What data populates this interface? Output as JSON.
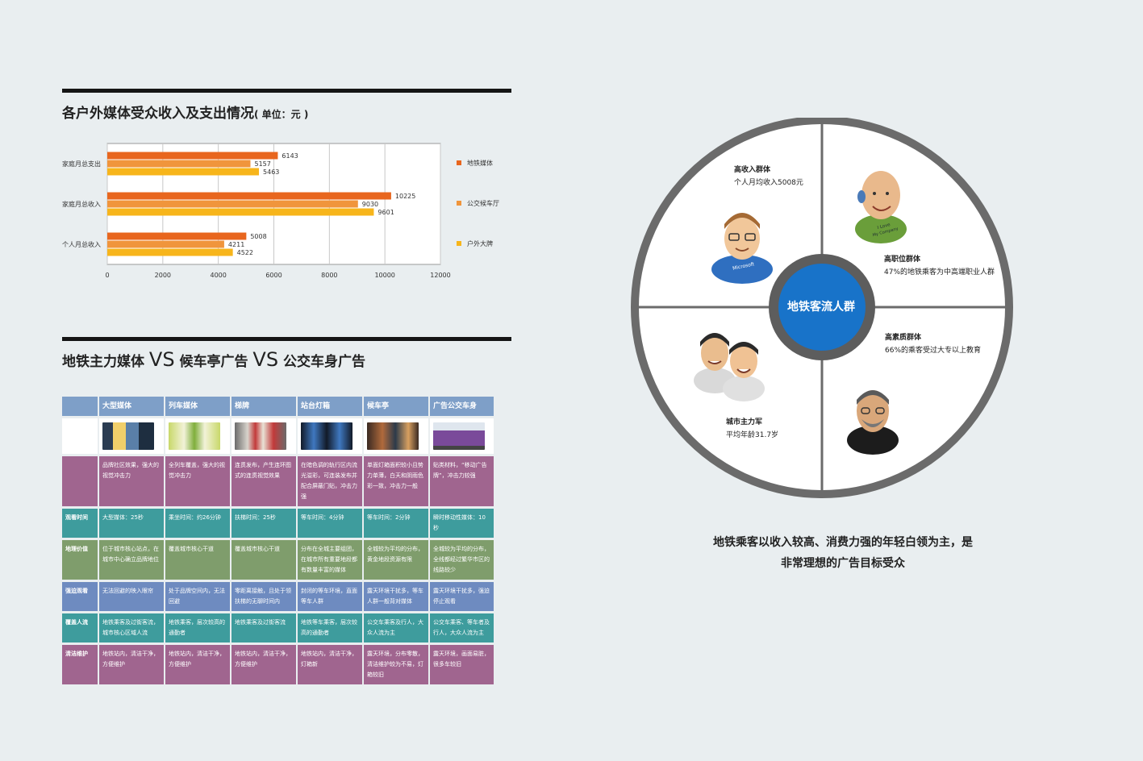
{
  "colors": {
    "subway": "#e8661e",
    "bus_shelter": "#f0953c",
    "billboard": "#f7b51b",
    "circle_border": "#6b6b6b",
    "center": "#1873c9"
  },
  "bar_section": {
    "title": "各户外媒体受众收入及支出情况",
    "unit": "( 单位：元 )"
  },
  "chart_data": {
    "type": "bar",
    "orientation": "horizontal",
    "categories": [
      "家庭月总支出",
      "家庭月总收入",
      "个人月总收入"
    ],
    "series": [
      {
        "name": "地铁媒体",
        "color": "#e8661e",
        "values": [
          6143,
          10225,
          5008
        ]
      },
      {
        "name": "公交候车厅",
        "color": "#f0953c",
        "values": [
          5157,
          9030,
          4211
        ]
      },
      {
        "name": "户外大牌",
        "color": "#f7b51b",
        "values": [
          5463,
          9601,
          4522
        ]
      }
    ],
    "xticks": [
      0,
      2000,
      4000,
      6000,
      8000,
      10000,
      12000
    ],
    "xlim": [
      0,
      12000
    ],
    "grid": true,
    "legend": "right"
  },
  "compare_section": {
    "title_a": "地铁主力媒体",
    "vs": "VS",
    "title_b": "候车亭广告",
    "title_c": "公交车身广告"
  },
  "table": {
    "columns": [
      "大型媒体",
      "列车媒体",
      "梯牌",
      "站台灯箱",
      "候车亭",
      "广告公交车身"
    ],
    "thumb_icons": [
      "large-media-photo",
      "train-media-photo",
      "stair-sign-photo",
      "platform-lightbox-photo",
      "bus-shelter-photo",
      "bus-body-ad-photo"
    ],
    "rows": [
      {
        "label": "",
        "cells": [
          "品牌社区效果，强大的视觉冲击力",
          "全列车覆盖，强大的视觉冲击力",
          "连贯发布，产生连环图式的连贯视觉效果",
          "在暗色调的轨行区内流光溢彩，可连装发布并配合屏蔽门贴，冲击力强",
          "单面灯箱面积较小且势力单薄，白天和阴雨色彩一致，冲击力一般",
          "贴类材料，“移动广告牌”，冲击力较强"
        ]
      },
      {
        "label": "观看时间",
        "cells": [
          "大型媒体：25秒",
          "乘坐时间：约26分钟",
          "扶梯时间：25秒",
          "等车时间：4分钟",
          "等车时间：2分钟",
          "瞬时移动性媒体：10秒"
        ]
      },
      {
        "label": "地理价值",
        "cells": [
          "位于城市核心站点，在城市中心确立品牌地位",
          "覆盖城市核心干道",
          "覆盖城市核心干道",
          "分布在全城主要组团，在城市所有重要地段都有数量丰富的媒体",
          "全城较为平均的分布，黄金地段资源有限",
          "全城较为平均的分布，全线都经过繁华市区的线路较少"
        ]
      },
      {
        "label": "强迫观看",
        "cells": [
          "无法回避的映入眼帘",
          "处于品牌空间内，无法回避",
          "零距离接触，且处于领扶梯的无聊时间内",
          "封闭的等车环境，直面等车人群",
          "露天环境干扰多，等车人群一般背对媒体",
          "露天环境干扰多，强迫停止观看"
        ]
      },
      {
        "label": "覆盖人流",
        "cells": [
          "地铁乘客及过街客流，城市核心区域人流",
          "地铁乘客，层次较高的通勤者",
          "地铁乘客及过街客流",
          "地铁等车乘客，层次较高的通勤者",
          "公交车乘客及行人，大众人流为主",
          "公交车乘客、等车者及行人，大众人流为主"
        ]
      },
      {
        "label": "清洁维护",
        "cells": [
          "地铁站内，清洁干净，方便维护",
          "地铁站内，清洁干净，方便维护",
          "地铁站内，清洁干净，方便维护",
          "地铁站内，清洁干净，灯箱新",
          "露天环境，分布零散，清洁维护较为不易，灯箱较旧",
          "露天环境，画面易脏，很多车较旧"
        ]
      }
    ]
  },
  "circle": {
    "center": "地铁客流人群",
    "quadrants": [
      {
        "title": "高收入群体",
        "desc": "个人月均收入5008元",
        "icon": "bill-gates-avatar-icon"
      },
      {
        "title": "高职位群体",
        "desc": "47%的地铁乘客为中高端职业人群",
        "icon": "steve-ballmer-avatar-icon"
      },
      {
        "title": "城市主力军",
        "desc": "平均年龄31.7岁",
        "icon": "young-men-avatar-icon"
      },
      {
        "title": "高素质群体",
        "desc": "66%的乘客受过大专以上教育",
        "icon": "steve-jobs-avatar-icon"
      }
    ],
    "avatar_texts": [
      "Microsoft",
      "I Love",
      "My Company"
    ]
  },
  "conclusion": {
    "line1": "地铁乘客以收入较高、消费力强的年轻白领为主，是",
    "line2": "非常理想的广告目标受众"
  }
}
